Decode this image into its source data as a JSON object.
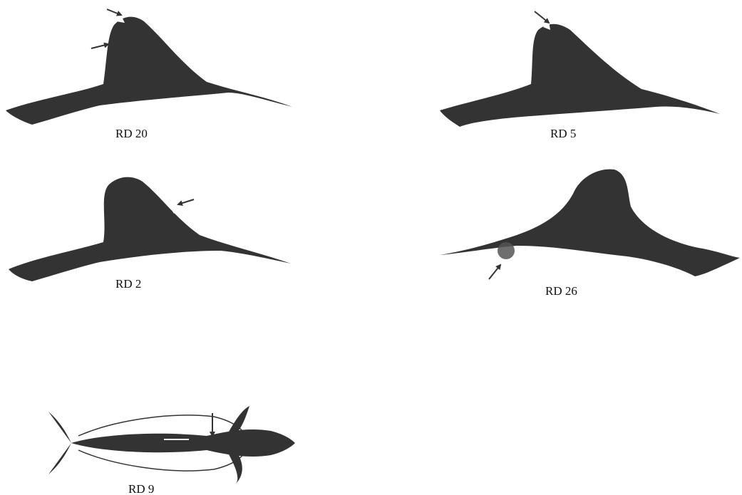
{
  "colors": {
    "fin_fill": "#333333",
    "arrow": "#333333",
    "background": "#ffffff",
    "caption": "#111111"
  },
  "figures": [
    {
      "id": "rd20",
      "label": "RD 20"
    },
    {
      "id": "rd5",
      "label": "RD 5"
    },
    {
      "id": "rd2",
      "label": "RD 2"
    },
    {
      "id": "rd26",
      "label": "RD 26"
    },
    {
      "id": "rd9",
      "label": "RD 9"
    }
  ]
}
